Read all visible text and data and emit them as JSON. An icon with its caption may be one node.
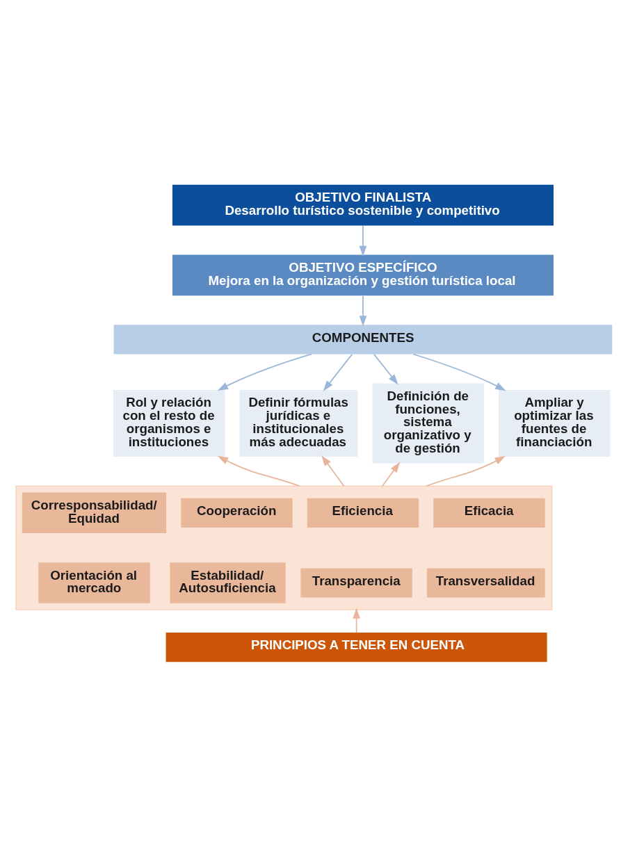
{
  "diagram": {
    "nodes": [
      {
        "text": [
          "OBJETIVO FINALISTA",
          "Desarrollo turístico sostenible y competitivo"
        ]
      },
      {
        "text": [
          "OBJETIVO ESPECÍFICO",
          "Mejora en la organización y gestión turística local"
        ]
      },
      {
        "text": [
          "COMPONENTES"
        ]
      },
      {
        "text": [
          "Rol y relación con el resto de organismos e instituciones"
        ]
      },
      {
        "text": [
          "Definir fórmulas jurídicas e institucionales más adecuadas"
        ]
      },
      {
        "text": [
          "Definición de funciones, sistema organizativo y de gestión"
        ]
      },
      {
        "text": [
          "Ampliar y optimizar las fuentes de financiación"
        ]
      },
      {
        "text": [],
        "shape": "box"
      },
      {
        "text": [
          "Eficacia"
        ],
        "in": 7
      },
      {
        "text": [
          "Eficiencia"
        ],
        "in": 7
      },
      {
        "text": [
          "Cooperación"
        ],
        "in": 7
      },
      {
        "text": [
          "Corresponsabilidad/ Equidad"
        ],
        "in": 7
      },
      {
        "text": [
          "Transversalidad"
        ],
        "in": 7
      },
      {
        "text": [
          "Transparencia"
        ],
        "in": 7
      },
      {
        "text": [
          "Estabilidad/ Autosuficiencia"
        ],
        "in": 7
      },
      {
        "text": [
          "Orientación al mercado"
        ],
        "in": 7
      },
      {
        "text": [
          "PRINCIPIOS A TENER EN CUENTA"
        ]
      }
    ],
    "edges": [
      {
        "from": 0,
        "to": 1,
        "arrow": "to"
      },
      {
        "from": 1,
        "to": 2,
        "arrow": "to"
      },
      {
        "from": 2,
        "to": 3,
        "arrow": "to"
      },
      {
        "from": 2,
        "to": 4,
        "arrow": "to"
      },
      {
        "from": 2,
        "to": 5,
        "arrow": "to"
      },
      {
        "from": 2,
        "to": 6,
        "arrow": "to"
      },
      {
        "from": 7,
        "to": 3,
        "arrow": "to",
        "color": "#e8b49a"
      },
      {
        "from": 7,
        "to": 4,
        "arrow": "to",
        "color": "#e8b49a"
      },
      {
        "from": 7,
        "to": 5,
        "arrow": "to",
        "color": "#e8b49a"
      },
      {
        "from": 7,
        "to": 6,
        "arrow": "to",
        "color": "#e8b49a"
      },
      {
        "from": 16,
        "to": 7,
        "arrow": "to",
        "color": "#e8b49a"
      }
    ]
  }
}
